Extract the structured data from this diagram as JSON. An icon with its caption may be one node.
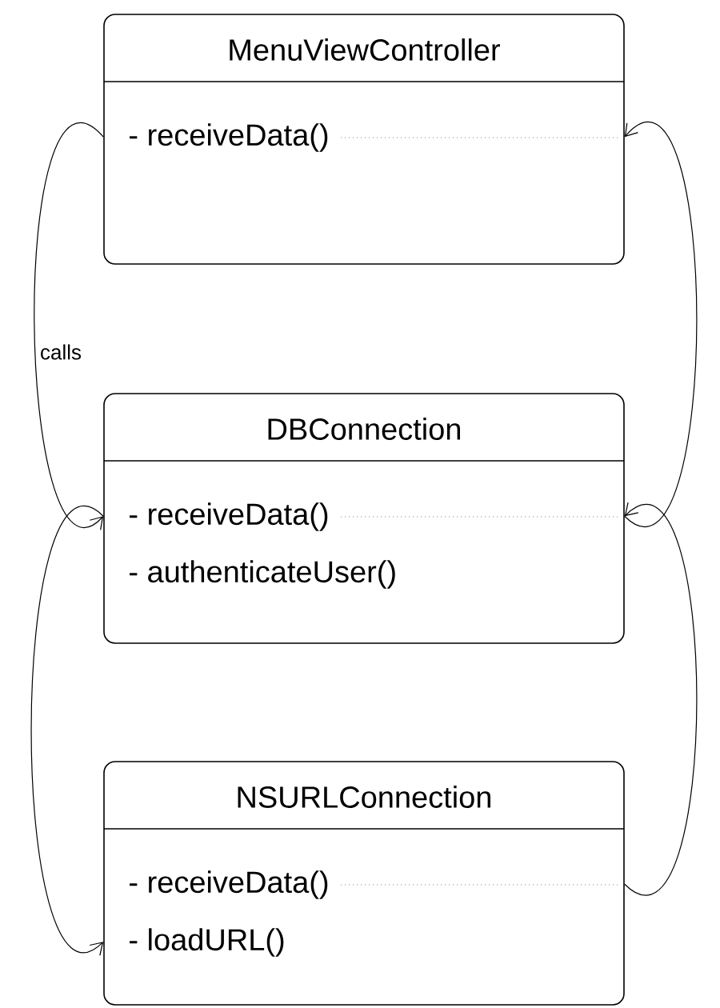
{
  "diagram": {
    "nodes": [
      {
        "text": [
          "MenuViewController",
          "- receiveData()"
        ]
      },
      {
        "text": [
          "DBConnection",
          "- receiveData()",
          "- authenticateUser()"
        ]
      },
      {
        "text": [
          "NSURLConnection",
          "- receiveData()",
          "- loadURL()"
        ]
      }
    ],
    "edges": [
      {
        "from": 0,
        "to": 1,
        "arrow": "to",
        "label": "calls"
      },
      {
        "from": 1,
        "to": 2,
        "arrow": "to"
      },
      {
        "from": 2,
        "to": 1,
        "arrow": "to"
      },
      {
        "from": 1,
        "to": 0,
        "arrow": "to"
      }
    ]
  }
}
